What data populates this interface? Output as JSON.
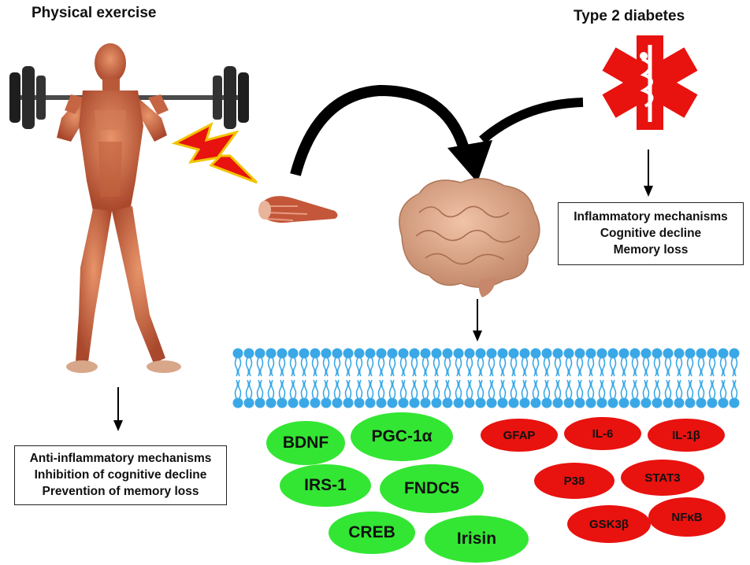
{
  "left": {
    "title": "Physical exercise",
    "box_lines": [
      "Anti-inflammatory mechanisms",
      "Inhibition of cognitive decline",
      "Prevention of memory loss"
    ]
  },
  "right": {
    "title": "Type 2 diabetes",
    "box_lines": [
      "Inflammatory mechanisms",
      "Cognitive decline",
      "Memory loss"
    ]
  },
  "green_markers": [
    "BDNF",
    "PGC-1α",
    "IRS-1",
    "FNDC5",
    "CREB",
    "Irisin"
  ],
  "red_markers": [
    "GFAP",
    "IL-6",
    "IL-1β",
    "P38",
    "STAT3",
    "GSK3β",
    "NFκB"
  ],
  "colors": {
    "green": "#33e633",
    "red": "#e8120f",
    "membrane": "#3aa8e6",
    "muscle": "#c4573a"
  },
  "icons": [
    "athlete-illustration",
    "barbell-icon",
    "lightning-bolt-icon",
    "muscle-fiber-icon",
    "star-of-life-icon",
    "brain-icon",
    "lipid-bilayer-icon"
  ]
}
